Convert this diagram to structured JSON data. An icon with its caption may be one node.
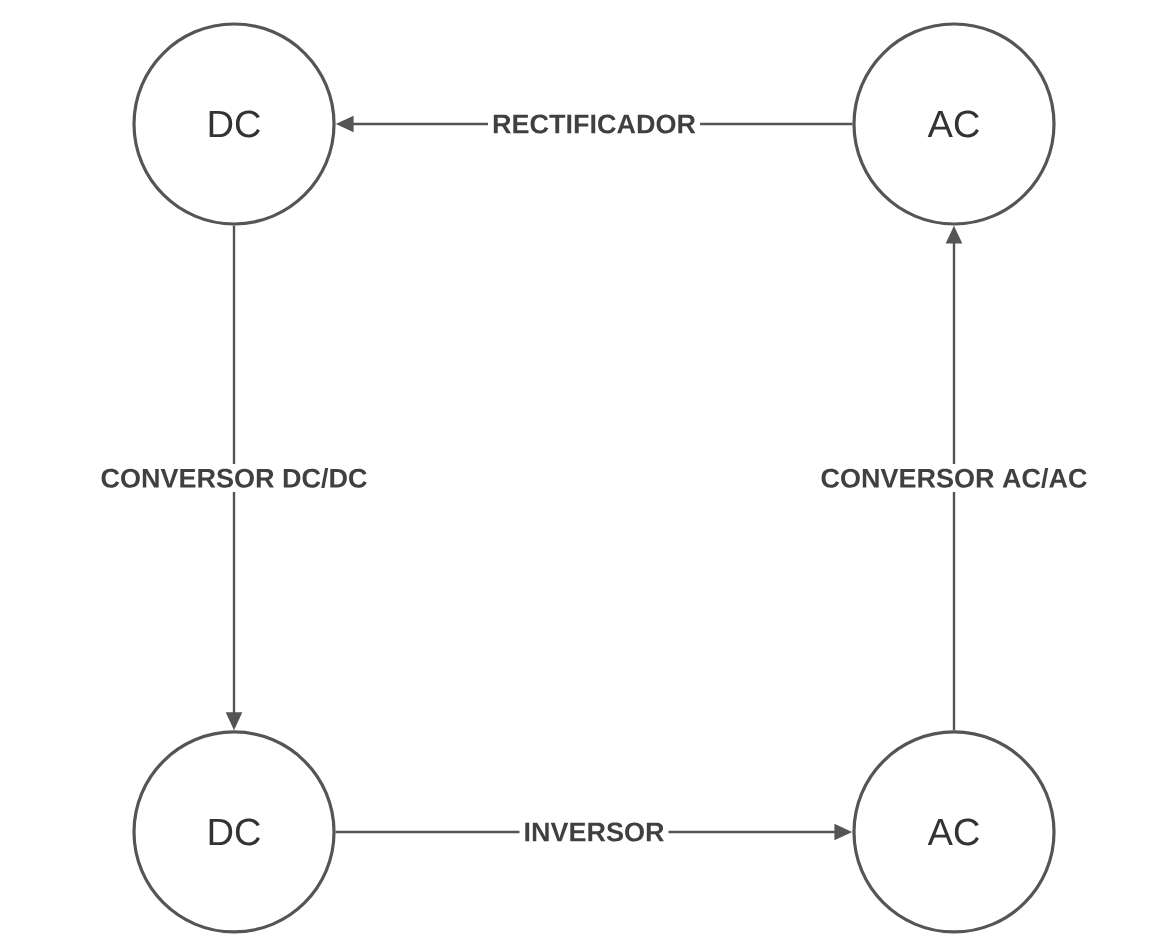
{
  "diagram": {
    "nodes": [
      {
        "text": [
          "DC"
        ]
      },
      {
        "text": [
          "AC"
        ]
      },
      {
        "text": [
          "DC"
        ]
      },
      {
        "text": [
          "AC"
        ]
      }
    ],
    "edges": [
      {
        "from": 1,
        "to": 0,
        "arrow": "to",
        "label": "RECTIFICADOR"
      },
      {
        "from": 0,
        "to": 2,
        "arrow": "to",
        "label": "CONVERSOR DC/DC"
      },
      {
        "from": 2,
        "to": 3,
        "arrow": "to",
        "label": "INVERSOR"
      },
      {
        "from": 3,
        "to": 1,
        "arrow": "to",
        "label": "CONVERSOR AC/AC"
      }
    ]
  }
}
